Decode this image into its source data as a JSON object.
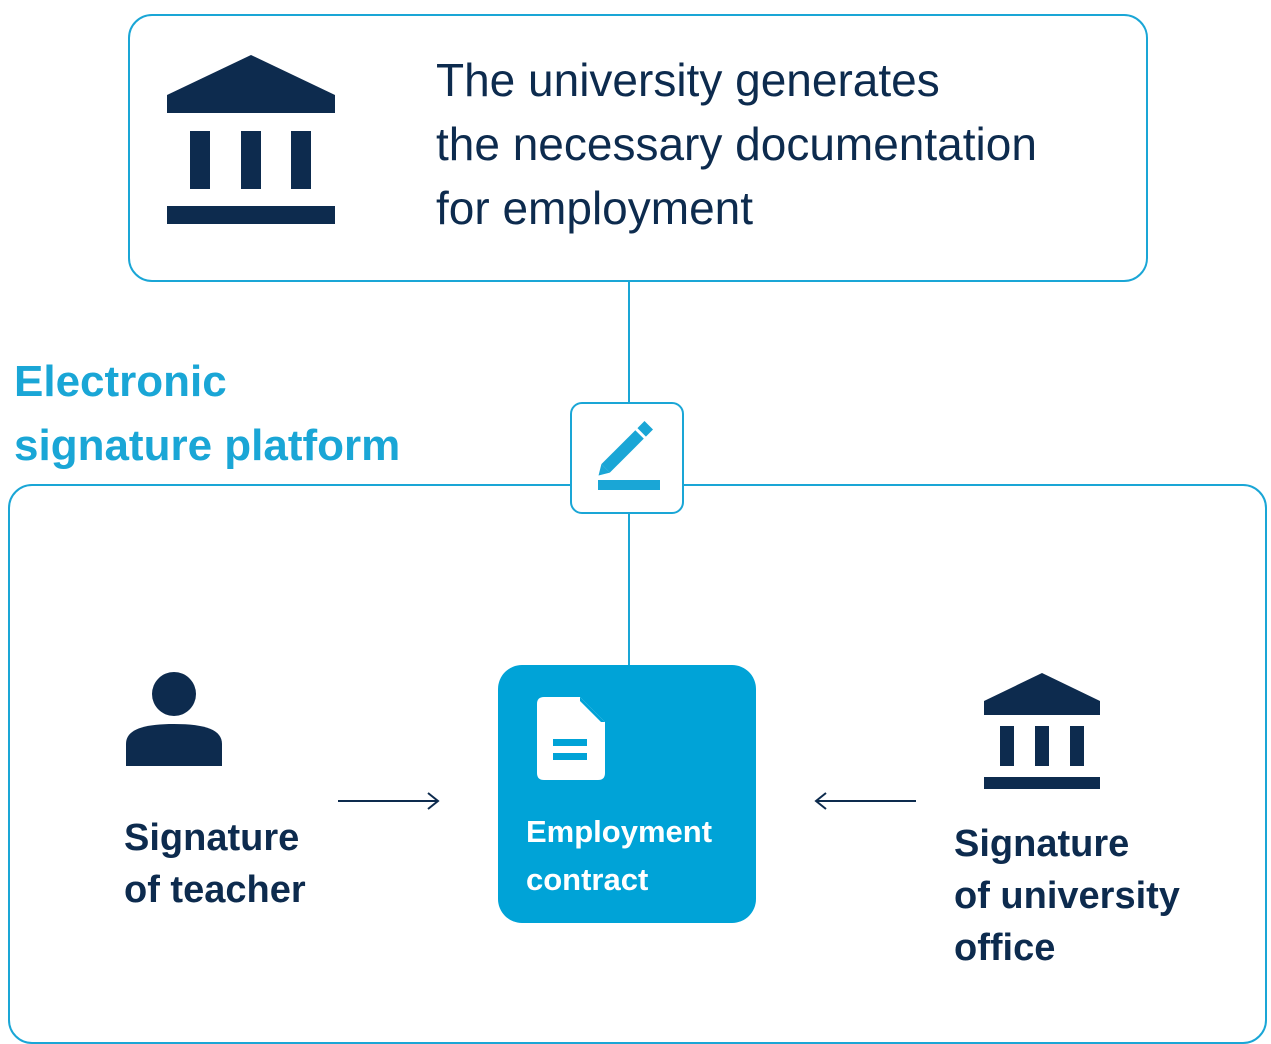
{
  "top": {
    "lines": [
      "The university generates",
      "the necessary documentation",
      "for employment"
    ],
    "icon": "university-building-icon"
  },
  "platform": {
    "label_lines": [
      "Electronic",
      "signature platform"
    ],
    "icon": "pen-sign-icon"
  },
  "contract": {
    "label_lines": [
      "Employment",
      "contract"
    ],
    "icon": "document-icon"
  },
  "teacher": {
    "label_lines": [
      "Signature",
      "of teacher"
    ],
    "icon": "person-icon"
  },
  "office": {
    "label_lines": [
      "Signature",
      "of university",
      "office"
    ],
    "icon": "university-building-icon"
  },
  "colors": {
    "navy": "#0d2b4e",
    "accent": "#1aa6d6",
    "contract_fill": "#00a3d7"
  }
}
